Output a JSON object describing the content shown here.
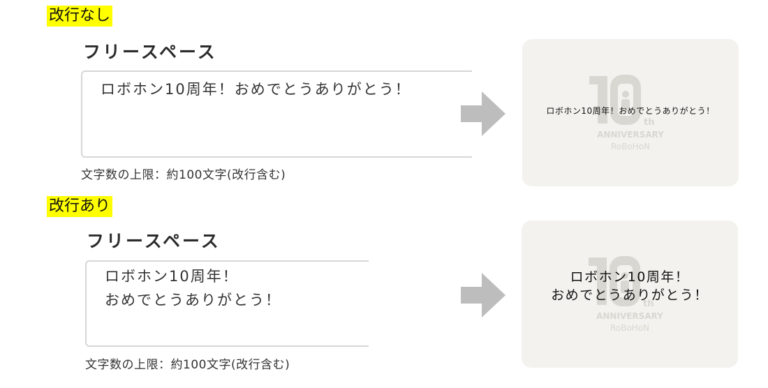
{
  "examples": [
    {
      "case_label": "改行なし",
      "field_title": "フリースペース",
      "input_text": "ロボホン10周年！おめでとうありがとう！",
      "limit_note": "文字数の上限：約100文字(改行含む)",
      "preview": {
        "text": "ロボホン10周年！おめでとうありがとう！",
        "logo_number": "10",
        "logo_suffix": "th",
        "logo_line1": "ANNIVERSARY",
        "logo_line2": "RoBoHoN"
      }
    },
    {
      "case_label": "改行あり",
      "field_title": "フリースペース",
      "input_text": "ロボホン10周年！\nおめでとうありがとう！",
      "limit_note": "文字数の上限：約100文字(改行含む)",
      "preview": {
        "text": "ロボホン10周年！\nおめでとうありがとう！",
        "logo_number": "10",
        "logo_suffix": "th",
        "logo_line1": "ANNIVERSARY",
        "logo_line2": "RoBoHoN"
      }
    }
  ],
  "colors": {
    "highlight": "#ffff00",
    "arrow": "#bdbdbd",
    "card_background": "#f3f2ee",
    "logo": "#d9d7d1"
  }
}
